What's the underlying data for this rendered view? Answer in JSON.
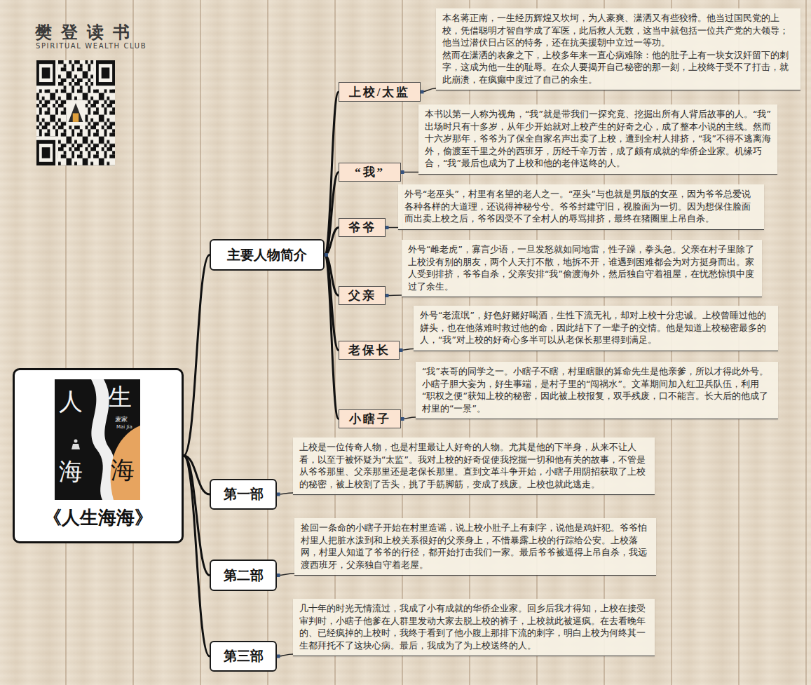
{
  "diagram": {
    "nodes": [
      {
        "text": [
          "《人生海海》"
        ]
      },
      {
        "text": [
          "主要人物简介"
        ]
      },
      {
        "text": [
          "上校/太监"
        ]
      },
      {
        "text": [
          "本名蒋正南，一生经历辉煌又坎坷，为人豪爽、潇洒又有些狡猾。他当过国民党的上校，凭借聪明才智自学成了军医，此后救人无数，这当中就包括一位共产党的大领导；他当过潜伏日占区的特务，还在抗美援朝中立过一等功。",
          "然而在潇洒的表象之下，上校多年来一直心病难除：他的肚子上有一块女汉奸留下的刺字，这成为他一生的耻辱。在众人要揭开自己秘密的那一刻，上校终于受不了打击，就此崩溃，在疯癫中度过了自己的余生。"
        ]
      },
      {
        "text": [
          "“我”"
        ]
      },
      {
        "text": [
          "本书以第一人称为视角，“我”就是带我们一探究竟、挖掘出所有人背后故事的人。“我”出场时只有十多岁，从年少开始就对上校产生的好奇之心，成了整本小说的主线。然而十六岁那年，爷爷为了保全自家名声出卖了上校，遭到全村人排挤，“我”不得不逃离海外，偷渡至千里之外的西班牙，历经千辛万苦，成了颇有成就的华侨企业家。机缘巧合，“我”最后也成为了上校和他的老伴送终的人。"
        ]
      },
      {
        "text": [
          "爷爷"
        ]
      },
      {
        "text": [
          "外号“老巫头”，村里有名望的老人之一。“巫头”与也就是男版的女巫，因为爷爷总爱说各种各样的大道理，还说得神秘兮兮。爷爷封建守旧，视脸面为一切。因为想保住脸面而出卖上校之后，爷爷因受不了全村人的辱骂排挤，最终在猪圈里上吊自杀。"
        ]
      },
      {
        "text": [
          "父亲"
        ]
      },
      {
        "text": [
          "外号“雌老虎”，寡言少语，一旦发怒就如同地雷，性子躁，拳头急。父亲在村子里除了上校没有别的朋友，两个人天打不散，地拆不开，谁遇到困难都会为对方挺身而出。家人受到排挤，爷爷自杀，父亲安排“我”偷渡海外，然后独自守着祖屋，在忧愁惊惧中度过了余生。"
        ]
      },
      {
        "text": [
          "老保长"
        ]
      },
      {
        "text": [
          "外号“老流氓”，好色好赌好喝酒，生性下流无礼，却对上校十分忠诚。上校曾睡过他的姘头，也在他落难时救过他的命，因此结下了一辈子的交情。他是知道上校秘密最多的人，“我”对上校的好奇心多半可以从老保长那里得到满足。"
        ]
      },
      {
        "text": [
          "小瞎子"
        ]
      },
      {
        "text": [
          "“我”表哥的同学之一。小瞎子不瞎，村里瞎眼的算命先生是他亲爹，所以才得此外号。小瞎子胆大妄为，好生事端，是村子里的“闯祸水”。文革期间加入红卫兵队伍，利用“职权之便”获知上校的秘密，因此被上校报复，双手残废，口不能言。长大后的他成了村里的“一景”。"
        ]
      },
      {
        "text": [
          "第一部"
        ]
      },
      {
        "text": [
          "上校是一位传奇人物，也是村里最让人好奇的人物。尤其是他的下半身，从来不让人看，以至于被怀疑为“太监”。我对上校的好奇促使我挖掘一切和他有关的故事，不管是从爷爷那里、父亲那里还是老保长那里。直到文革斗争开始，小瞎子用阴招获取了上校的秘密，被上校割了舌头，挑了手筋脚筋，变成了残废。上校也就此逃走。"
        ]
      },
      {
        "text": [
          "第二部"
        ]
      },
      {
        "text": [
          "捡回一条命的小瞎子开始在村里造谣，说上校小肚子上有刺字，说他是鸡奸犯。爷爷怕村里人把脏水泼到和上校关系很好的父亲身上，不惜暴露上校的行踪给公安。上校落网，村里人知道了爷爷的行径，都开始打击我们一家。最后爷爷被逼得上吊自杀，我远渡西班牙，父亲独自守着老屋。"
        ]
      },
      {
        "text": [
          "第三部"
        ]
      },
      {
        "text": [
          "几十年的时光无情流过，我成了小有成就的华侨企业家。回乡后我才得知，上校在接受审判时，小瞎子他爹在人群里发动大家去脱上校的裤子，上校就此被逼疯。在去看晚年的、已经疯掉的上校时，我终于看到了他小腹上那排下流的刺字，明白上校为何终其一生都拜托不了这块心病。最后，我成为了为上校送终的人。"
        ]
      }
    ],
    "edges": [
      {
        "from": 0,
        "to": 1,
        "arrow": "none"
      },
      {
        "from": 1,
        "to": 2,
        "arrow": "none"
      },
      {
        "from": 2,
        "to": 3,
        "arrow": "none"
      },
      {
        "from": 1,
        "to": 4,
        "arrow": "none"
      },
      {
        "from": 4,
        "to": 5,
        "arrow": "none"
      },
      {
        "from": 1,
        "to": 6,
        "arrow": "none"
      },
      {
        "from": 6,
        "to": 7,
        "arrow": "none"
      },
      {
        "from": 1,
        "to": 8,
        "arrow": "none"
      },
      {
        "from": 8,
        "to": 9,
        "arrow": "none"
      },
      {
        "from": 1,
        "to": 10,
        "arrow": "none"
      },
      {
        "from": 10,
        "to": 11,
        "arrow": "none"
      },
      {
        "from": 1,
        "to": 12,
        "arrow": "none"
      },
      {
        "from": 12,
        "to": 13,
        "arrow": "none"
      },
      {
        "from": 0,
        "to": 14,
        "arrow": "none"
      },
      {
        "from": 14,
        "to": 15,
        "arrow": "none"
      },
      {
        "from": 0,
        "to": 16,
        "arrow": "none"
      },
      {
        "from": 16,
        "to": 17,
        "arrow": "none"
      },
      {
        "from": 0,
        "to": 18,
        "arrow": "none"
      },
      {
        "from": 18,
        "to": 19,
        "arrow": "none"
      }
    ],
    "labels": [
      "樊登读书",
      "SPIRITUAL WEALTH CLUB",
      "人",
      "生",
      "麦家",
      "Mai Jia",
      "海",
      "海"
    ]
  }
}
